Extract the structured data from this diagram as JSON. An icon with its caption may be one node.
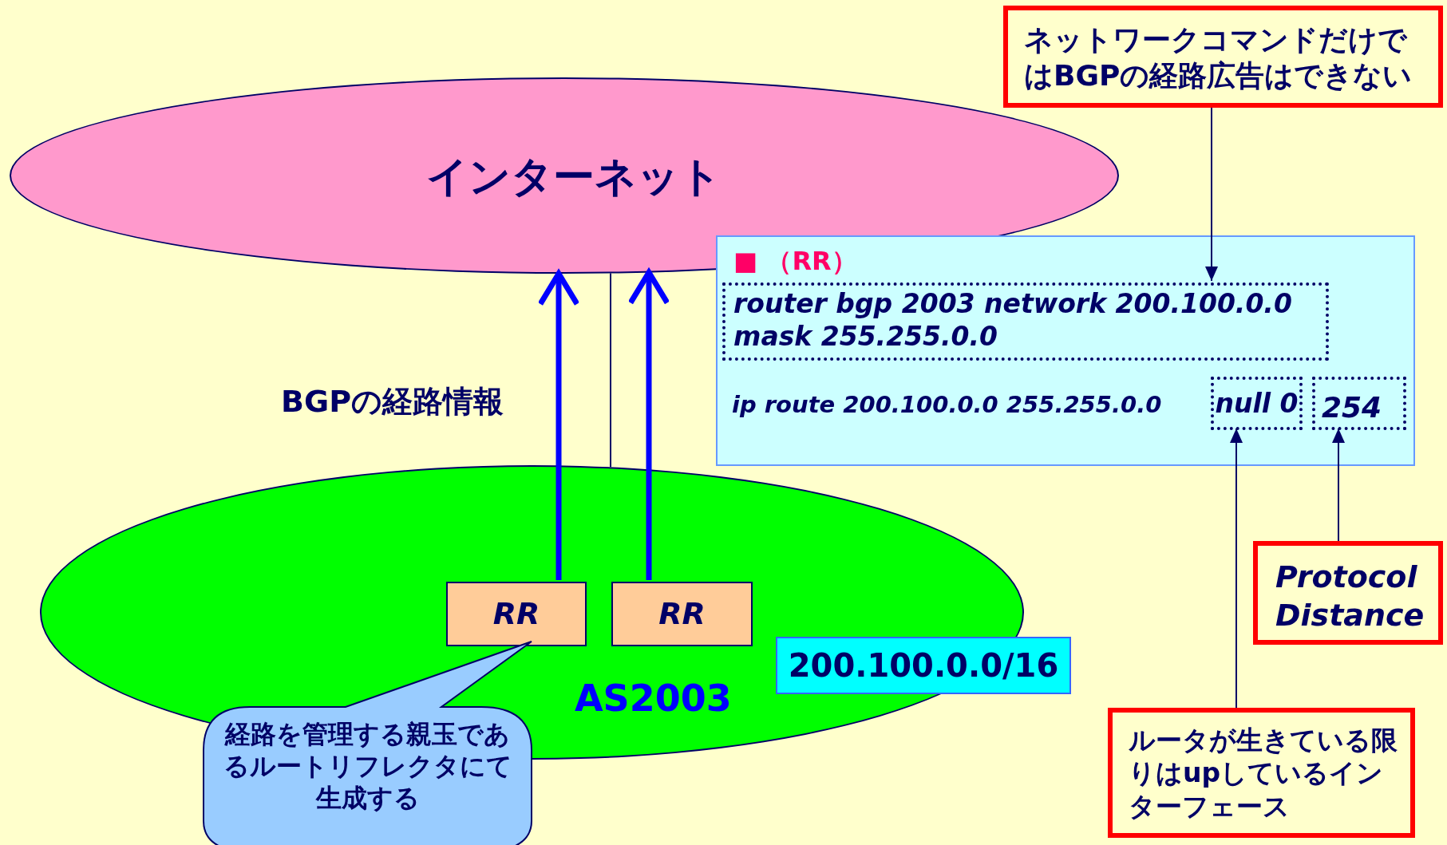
{
  "diagram": {
    "nodes": [
      {
        "text": [
          "インターネット"
        ]
      },
      {
        "text": [
          "AS2003"
        ]
      },
      {
        "text": [
          "RR"
        ],
        "in": 1
      },
      {
        "text": [
          "RR"
        ],
        "in": 1
      },
      {
        "text": [
          "200.100.0.0/16"
        ]
      },
      {
        "text": [
          "経路を管理する親玉であるルートリフレクタにて生成する"
        ]
      },
      {
        "text": [
          "■ （RR）",
          "ip route 200.100.0.0 255.255.0.0"
        ]
      },
      {
        "text": [
          "router bgp 2003 network 200.100.0.0 mask 255.255.0.0"
        ],
        "in": 6
      },
      {
        "text": [
          "null 0"
        ],
        "in": 6
      },
      {
        "text": [
          "254"
        ],
        "in": 6
      },
      {
        "text": [
          "ネットワークコマンドだけではBGPの経路広告はできない"
        ]
      },
      {
        "text": [
          "Protocol Distance"
        ]
      },
      {
        "text": [
          "ルータが生きている限りはupしているインターフェース"
        ]
      }
    ],
    "edges": [
      {
        "from": 2,
        "to": 0,
        "arrow": "to",
        "style": "thick",
        "color": "#0000ff"
      },
      {
        "from": 3,
        "to": 0,
        "arrow": "to",
        "style": "thick",
        "color": "#0000ff"
      },
      {
        "from": 0,
        "to": 1,
        "arrow": "none"
      },
      {
        "from": 10,
        "to": 7,
        "arrow": "to"
      },
      {
        "from": 12,
        "to": 8,
        "arrow": "to"
      },
      {
        "from": 11,
        "to": 9,
        "arrow": "to"
      }
    ],
    "labels": [
      "BGPの経路情報"
    ]
  }
}
